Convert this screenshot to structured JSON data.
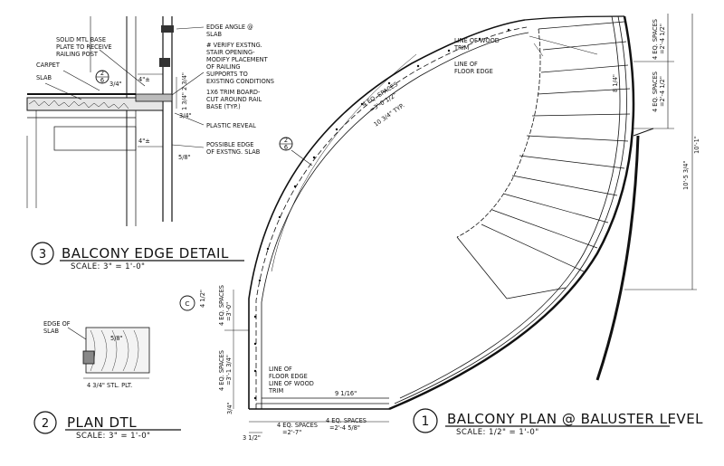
{
  "titles": {
    "balcony_plan": {
      "number": "1",
      "title": "BALCONY PLAN @ BALUSTER LEVEL",
      "scale": "SCALE: 1/2\" = 1'-0\""
    },
    "plan_dtl": {
      "number": "2",
      "title": "PLAN DTL",
      "scale": "SCALE: 3\" = 1'-0\""
    },
    "balcony_edge_detail": {
      "number": "3",
      "title": "BALCONY EDGE DETAIL",
      "scale": "SCALE: 3\" = 1'-0\""
    }
  },
  "edge_detail": {
    "notes_left": [
      "SOLID MTL BASE",
      "PLATE TO RECEIVE",
      "RAILING POST",
      "CARPET",
      "SLAB"
    ],
    "notes_right": [
      "EDGE ANGLE @",
      "SLAB",
      "# VERIFY EXSTNG.",
      "STAIR OPENING-",
      "MODIFY PLACEMENT",
      "OF RAILING",
      "SUPPORTS TO",
      "EXISTING CONDITIONS",
      "1X6 TRIM BOARD-",
      "CUT AROUND RAIL",
      "BASE (TYP.)",
      "PLASTIC REVEAL",
      "POSSIBLE EDGE",
      "OF EXSTNG. SLAB"
    ],
    "dims": [
      "3/4\"",
      "4\"±",
      "2 3/4\"",
      "1 3/4\"",
      "3/4\"",
      "4\"±",
      "5/8\""
    ],
    "callout": {
      "top": "2",
      "bottom": "6"
    }
  },
  "plan_detail": {
    "notes": [
      "EDGE OF",
      "SLAB"
    ],
    "dims": [
      "5/8\"",
      "4 3/4\" STL. PLT."
    ]
  },
  "balcony_plan": {
    "labels": {
      "wood_trim_top": [
        "LINE OF WOOD",
        "TRIM"
      ],
      "floor_edge_top": [
        "LINE OF",
        "FLOOR EDGE"
      ],
      "floor_edge_bottom": [
        "LINE OF",
        "FLOOR EDGE",
        "LINE OF WOOD",
        "TRIM"
      ]
    },
    "dims": {
      "outer_arc_spaces": [
        "4 EQ. SPACES",
        "=3'-0 1/2\""
      ],
      "outer_arc_typ": "10 3/4\" TYP.",
      "right_top_a": [
        "4 EQ. SPACES",
        "=2'-4 1/2\""
      ],
      "right_top_b": [
        "4 EQ. SPACES",
        "=2'-4 1/2\""
      ],
      "right_inner": "8 1/4\"",
      "right_total": "10'-5 3/4\"",
      "right_total_b": "10'-1\"",
      "left_top_a": "4 1/2\"",
      "left_top_b": [
        "4 EQ. SPACES",
        "=3'-0\""
      ],
      "left_mid": [
        "4 EQ. SPACES",
        "=3'-1 3/4\""
      ],
      "left_low": "3/4\"",
      "bottom_a": [
        "4 EQ. SPACES",
        "=2'-7\""
      ],
      "bottom_b": [
        "4 EQ. SPACES",
        "=2'-4 5/8\""
      ],
      "bottom_c": "9 1/16\"",
      "corner": "3 1/2\""
    },
    "callout_2_6": {
      "top": "2",
      "bottom": "6"
    },
    "section_mark": "C"
  }
}
